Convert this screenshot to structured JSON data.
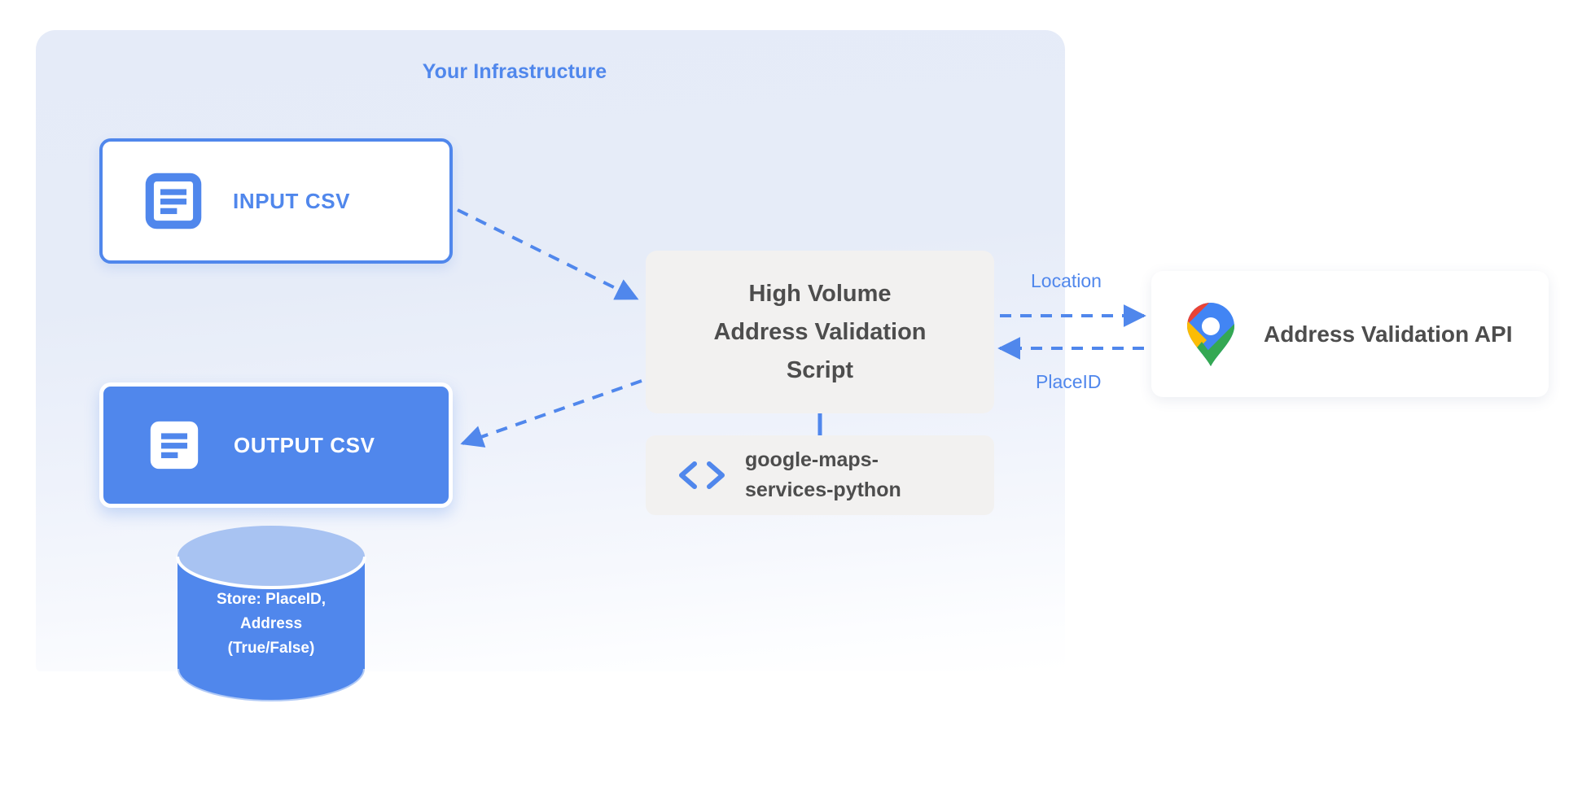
{
  "infrastructure": {
    "title": "Your Infrastructure"
  },
  "nodes": {
    "input_csv": {
      "label": "INPUT CSV",
      "icon": "document-icon"
    },
    "output_csv": {
      "label": "OUTPUT CSV",
      "icon": "document-icon"
    },
    "database": {
      "line1": "Store: PlaceID,",
      "line2": "Address",
      "line3": "(True/False)",
      "icon": "database-cylinder-icon"
    },
    "script": {
      "line1": "High Volume",
      "line2": "Address Validation",
      "line3": "Script"
    },
    "library": {
      "line1": "google-maps-",
      "line2": "services-python",
      "icon": "code-brackets-icon"
    },
    "api": {
      "label": "Address Validation API",
      "icon": "google-maps-pin-icon"
    }
  },
  "edges": {
    "location_label": "Location",
    "placeid_label": "PlaceID"
  },
  "colors": {
    "accent_blue": "#5087ec",
    "panel_bg": "#e6ecf8",
    "box_gray": "#f2f1f0",
    "text_dark": "#4d4d4d",
    "db_top": "#a8c3f2",
    "pin_blue": "#4285f4",
    "pin_red": "#ea4335",
    "pin_yellow": "#fbbc04",
    "pin_green": "#34a853"
  }
}
